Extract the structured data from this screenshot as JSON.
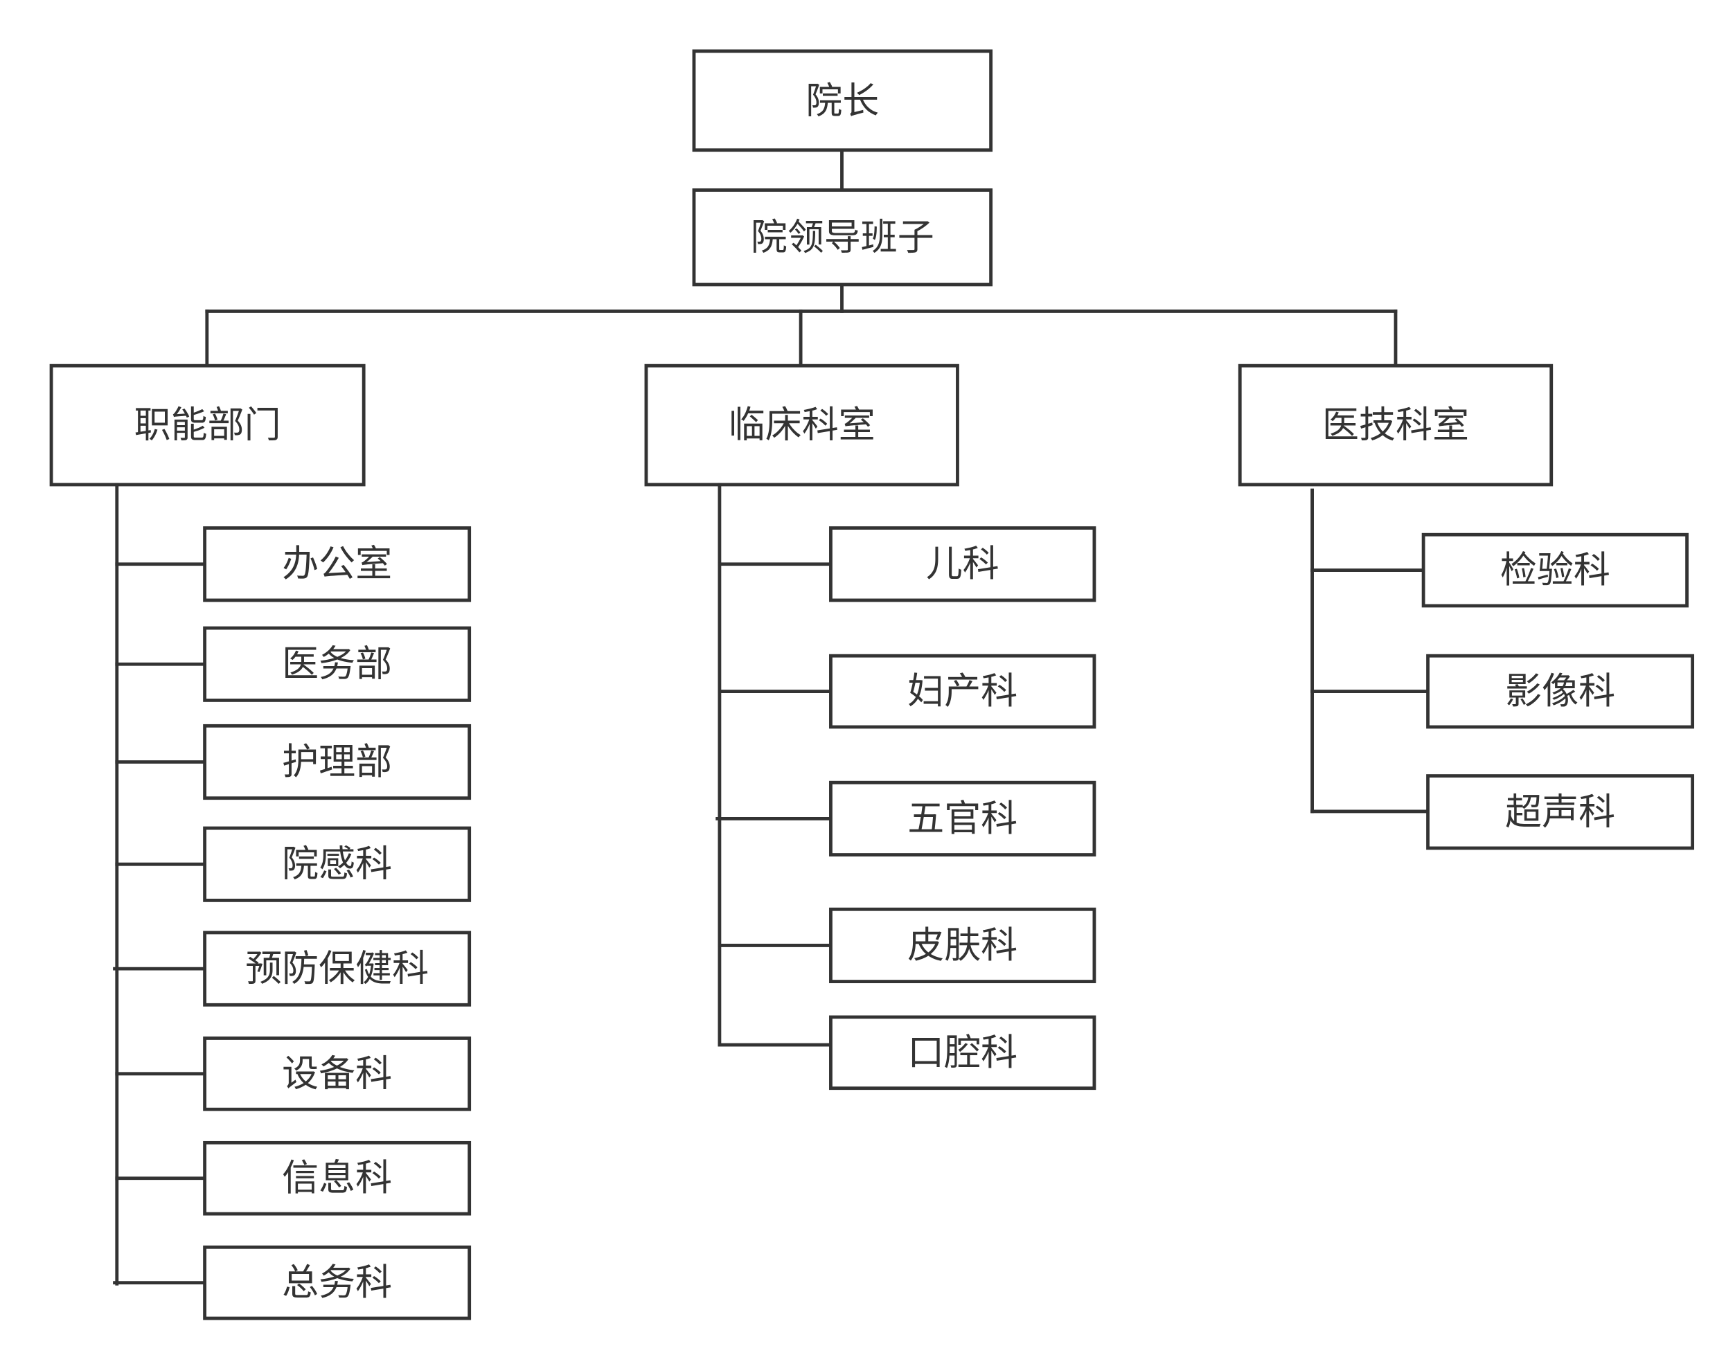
{
  "root": {
    "label": "院长"
  },
  "leadership": {
    "label": "院领导班子"
  },
  "departments": [
    {
      "label": "职能部门",
      "children": [
        "办公室",
        "医务部",
        "护理部",
        "院感科",
        "预防保健科",
        "设备科",
        "信息科",
        "总务科"
      ]
    },
    {
      "label": "临床科室",
      "children": [
        "儿科",
        "妇产科",
        "五官科",
        "皮肤科",
        "口腔科"
      ]
    },
    {
      "label": "医技科室",
      "children": [
        "检验科",
        "影像科",
        "超声科"
      ]
    }
  ],
  "colors": {
    "stroke": "#333333",
    "fill": "#ffffff",
    "text": "#333333",
    "background": "#ffffff"
  }
}
